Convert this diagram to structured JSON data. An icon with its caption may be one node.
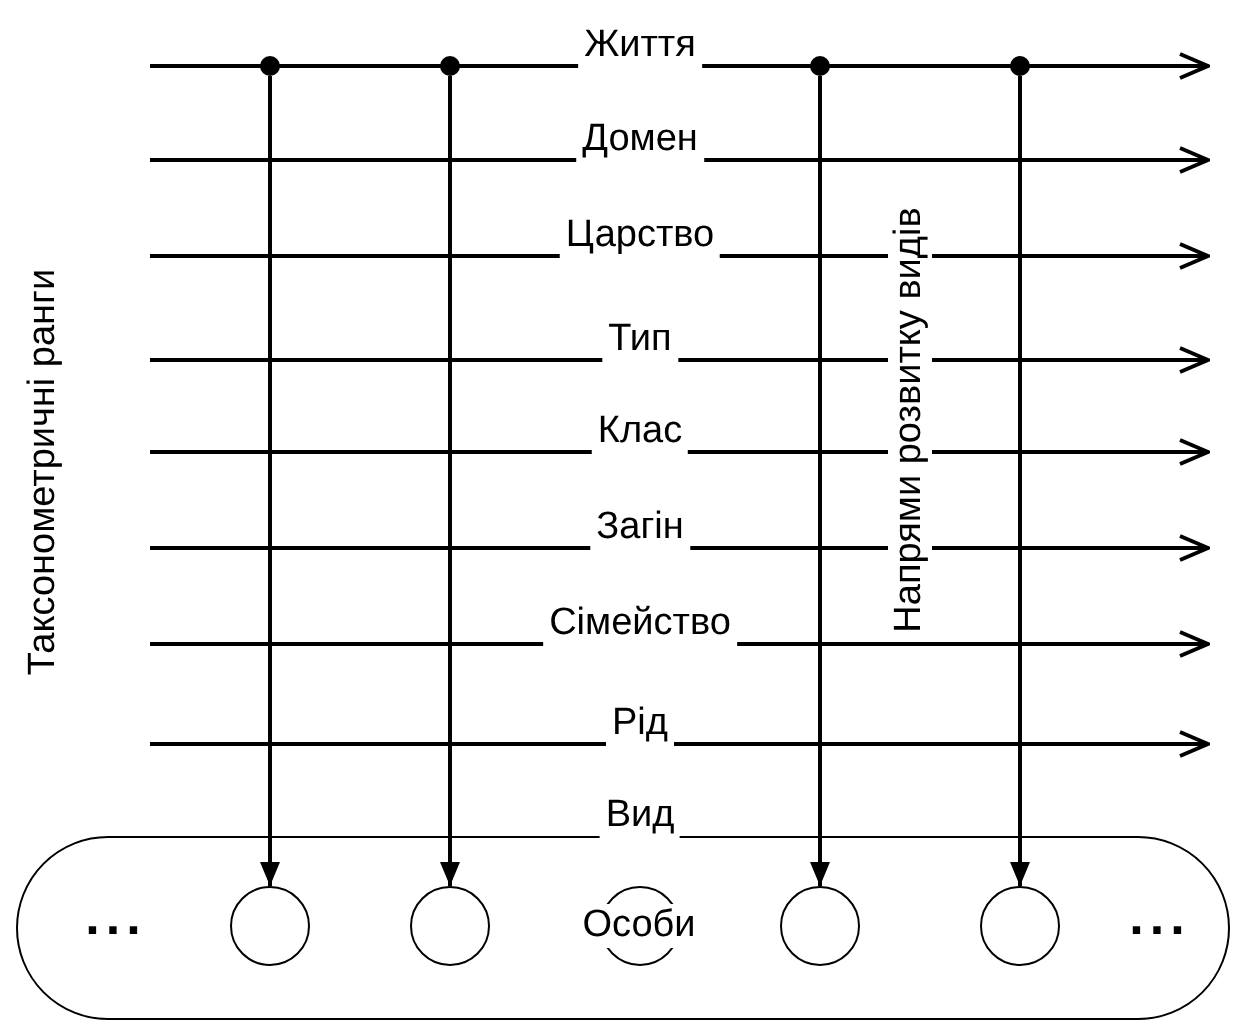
{
  "diagram": {
    "nodes": [
      {
        "text": [],
        "shape": "circle"
      },
      {
        "text": [],
        "shape": "circle"
      },
      {
        "text": [],
        "shape": "circle"
      },
      {
        "text": [],
        "shape": "circle"
      },
      {
        "text": [],
        "shape": "box"
      },
      {
        "text": [],
        "shape": "circle",
        "in": 4
      },
      {
        "text": [],
        "shape": "circle",
        "in": 4
      },
      {
        "text": [
          "Особи"
        ],
        "in": 4
      },
      {
        "text": [],
        "shape": "circle",
        "in": 4
      },
      {
        "text": [],
        "shape": "circle",
        "in": 4
      }
    ],
    "edges": [
      {
        "from": 0,
        "to": 5,
        "arrow": "to"
      },
      {
        "from": 1,
        "to": 6,
        "arrow": "to"
      },
      {
        "from": 2,
        "to": 8,
        "arrow": "to"
      },
      {
        "from": 3,
        "to": 9,
        "arrow": "to"
      }
    ],
    "labels": [
      "Життя",
      "Домен",
      "Царство",
      "Тип",
      "Клас",
      "Загін",
      "Сімейство",
      "Рід",
      "Вид",
      "Таксонометричні ранги",
      "Напрями розвитку видів",
      "...",
      "..."
    ]
  }
}
